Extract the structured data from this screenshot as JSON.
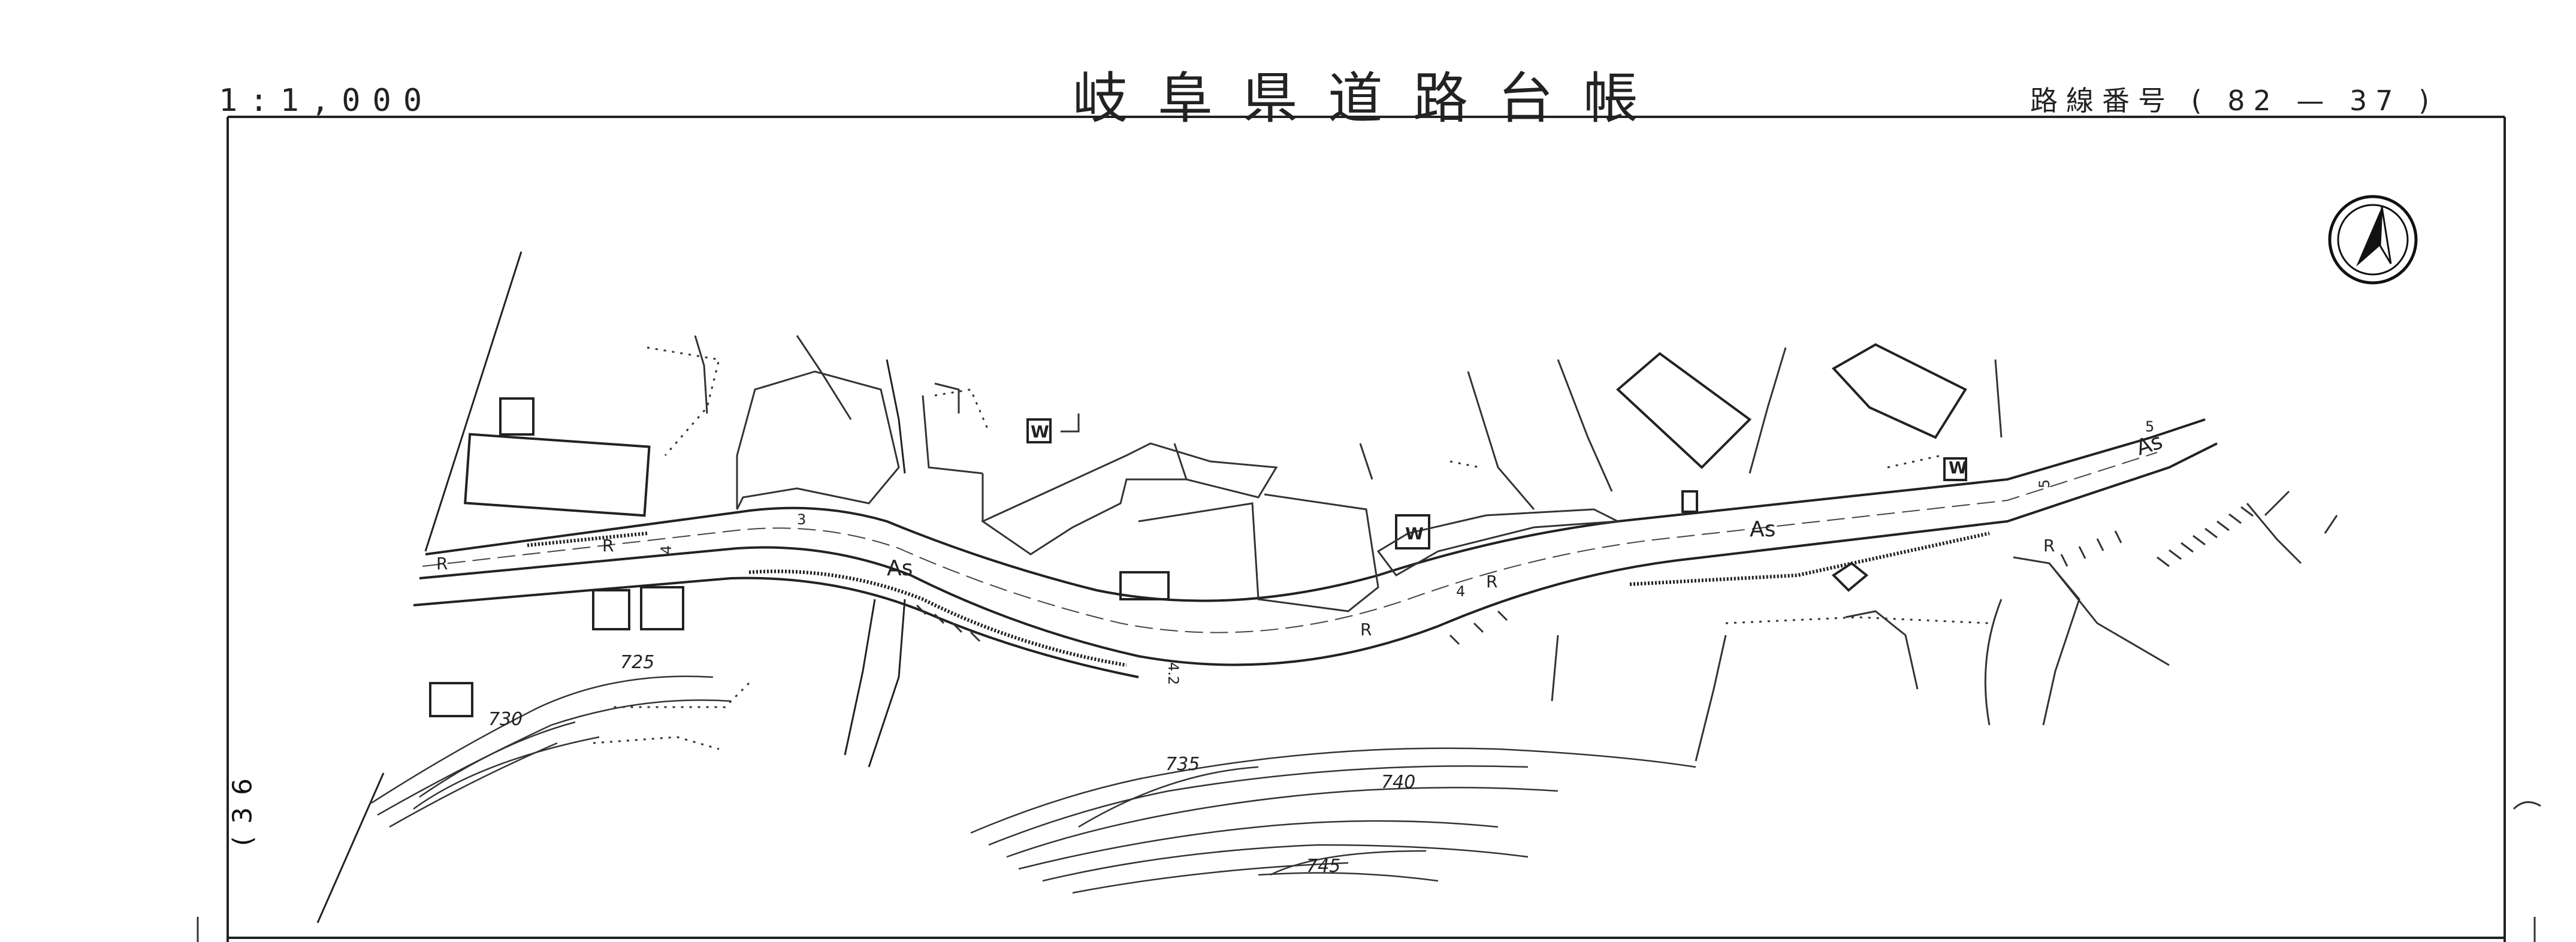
{
  "header": {
    "scale": "1:1,000",
    "title": "岐阜県道路台帳",
    "route_label": "路線番号",
    "route_open": "(",
    "route_major": "82",
    "route_dash": "—",
    "route_minor": "37",
    "route_close": ")"
  },
  "page_ref_left": "(36",
  "map": {
    "north_arrow": "north-arrow-icon",
    "contours": [
      "725",
      "730",
      "735",
      "740",
      "745"
    ],
    "surface_labels": [
      "As",
      "As",
      "As"
    ],
    "retaining_labels": [
      "R",
      "R",
      "R",
      "R",
      "R"
    ],
    "width_labels": [
      "3",
      "4",
      "4.2",
      "4",
      "5",
      "5"
    ],
    "well_labels": [
      "W",
      "W",
      "W"
    ]
  }
}
